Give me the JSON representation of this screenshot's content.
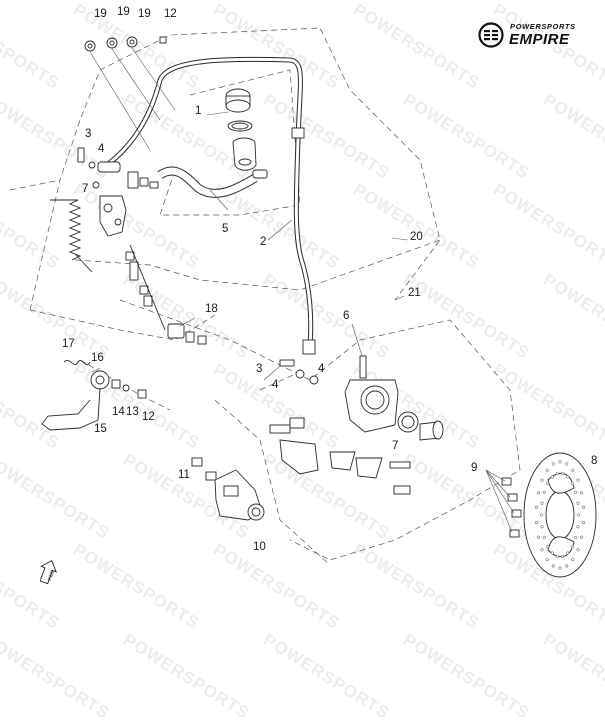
{
  "brand": {
    "tagline": "POWERSPORTS",
    "name": "EMPIRE",
    "watermark": "POWERSPORTS"
  },
  "fwd_label": "FWD",
  "callouts": [
    {
      "id": "c19a",
      "label": "19"
    },
    {
      "id": "c19b",
      "label": "19"
    },
    {
      "id": "c19c",
      "label": "19"
    },
    {
      "id": "c12a",
      "label": "12"
    },
    {
      "id": "c1",
      "label": "1"
    },
    {
      "id": "c3a",
      "label": "3"
    },
    {
      "id": "c4a",
      "label": "4"
    },
    {
      "id": "c7a",
      "label": "7"
    },
    {
      "id": "c5",
      "label": "5"
    },
    {
      "id": "c2",
      "label": "2"
    },
    {
      "id": "c20",
      "label": "20"
    },
    {
      "id": "c21",
      "label": "21"
    },
    {
      "id": "c18",
      "label": "18"
    },
    {
      "id": "c6",
      "label": "6"
    },
    {
      "id": "c17",
      "label": "17"
    },
    {
      "id": "c16",
      "label": "16"
    },
    {
      "id": "c3b",
      "label": "3"
    },
    {
      "id": "c4b",
      "label": "4"
    },
    {
      "id": "c4c",
      "label": "4"
    },
    {
      "id": "c14",
      "label": "14"
    },
    {
      "id": "c13",
      "label": "13"
    },
    {
      "id": "c12b",
      "label": "12"
    },
    {
      "id": "c15",
      "label": "15"
    },
    {
      "id": "c7b",
      "label": "7"
    },
    {
      "id": "c11",
      "label": "11"
    },
    {
      "id": "c10",
      "label": "10"
    },
    {
      "id": "c9",
      "label": "9"
    },
    {
      "id": "c8",
      "label": "8"
    }
  ]
}
